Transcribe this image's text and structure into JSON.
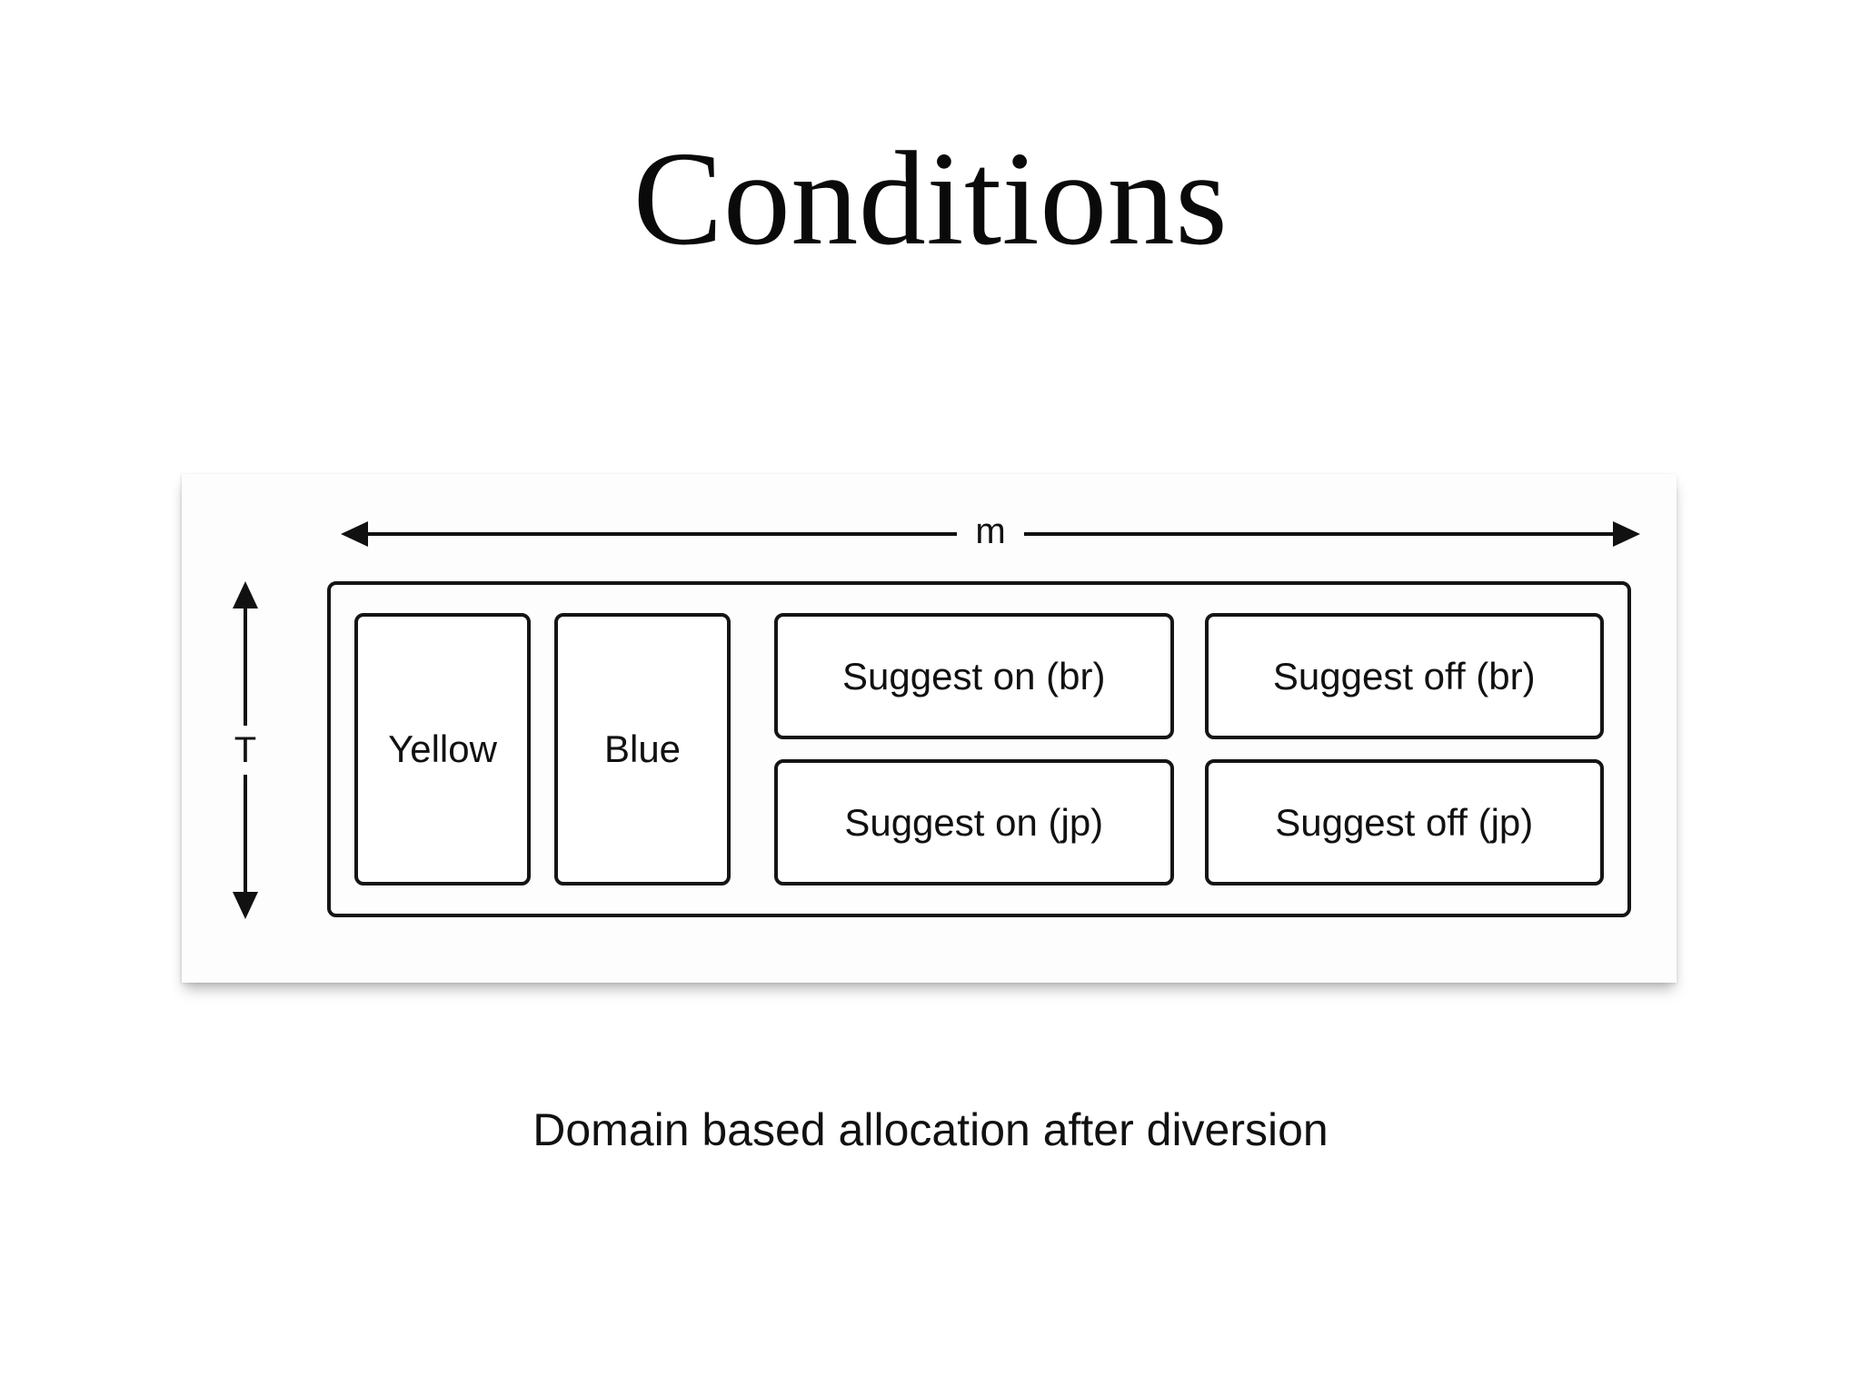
{
  "slide": {
    "title": "Conditions",
    "caption": "Domain based allocation after diversion",
    "background_color": "#ffffff",
    "ink_color": "#111111"
  },
  "figure": {
    "horizontal_measure": {
      "label": "m",
      "arrow_style": "double-headed"
    },
    "vertical_measure": {
      "label": "T",
      "arrow_style": "double-headed"
    },
    "domain_boxes": [
      {
        "label": "Yellow"
      },
      {
        "label": "Blue"
      }
    ],
    "condition_grid": {
      "rows": [
        {
          "cells": [
            {
              "label": "Suggest on (br)"
            },
            {
              "label": "Suggest off (br)"
            }
          ]
        },
        {
          "cells": [
            {
              "label": "Suggest on (jp)"
            },
            {
              "label": "Suggest off (jp)"
            }
          ]
        }
      ]
    }
  }
}
